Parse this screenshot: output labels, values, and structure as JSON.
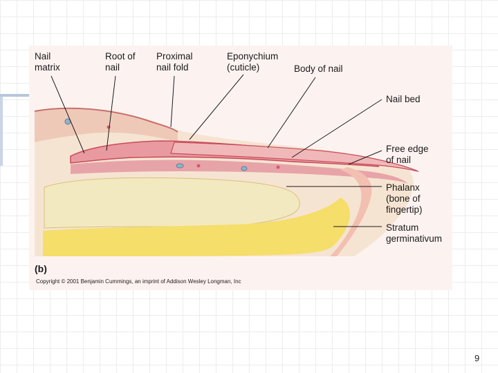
{
  "labels": {
    "nail_matrix": "Nail\nmatrix",
    "root_of_nail": "Root of\nnail",
    "proximal_nail_fold": "Proximal\nnail fold",
    "eponychium": "Eponychium\n(cuticle)",
    "body_of_nail": "Body of nail",
    "nail_bed": "Nail bed",
    "free_edge": "Free edge\nof nail",
    "phalanx": "Phalanx\n(bone of\nfingertip)",
    "stratum": "Stratum\ngerminativum"
  },
  "panel_letter": "(b)",
  "copyright": "Copyright © 2001 Benjamin Cummings, an imprint of Addison Wesley Longman, Inc",
  "slide_number": "9",
  "colors": {
    "figure_bg": "#fcf3f1",
    "nail": "#e8a0a0",
    "nail_dark": "#c84a5a",
    "dermis": "#f6e4d2",
    "bone": "#f3e9c0",
    "marrow": "#f5de6a",
    "epidermis": "#f0c0b0"
  }
}
